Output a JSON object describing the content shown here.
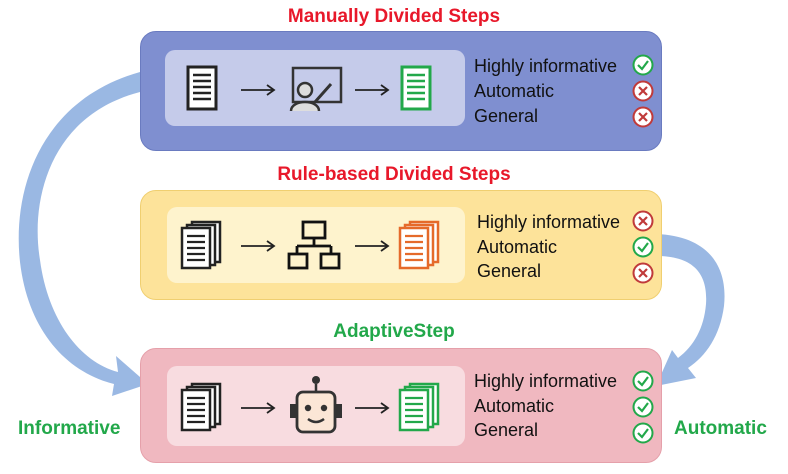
{
  "colors": {
    "title_red": "#e8182a",
    "title_green": "#22a84a",
    "check": "#22a84a",
    "cross": "#c03a3a",
    "arrow": "#8fb0e0"
  },
  "panels": [
    {
      "title": "Manually Divided Steps",
      "process_icons": [
        "document-icon",
        "teacher-icon",
        "document-icon"
      ],
      "criteria": [
        {
          "label": "Highly informative",
          "status": "check"
        },
        {
          "label": "Automatic",
          "status": "cross"
        },
        {
          "label": "General",
          "status": "cross"
        }
      ]
    },
    {
      "title": "Rule-based Divided Steps",
      "process_icons": [
        "documents-stack-icon",
        "flowchart-icon",
        "documents-stack-icon"
      ],
      "criteria": [
        {
          "label": "Highly informative",
          "status": "cross"
        },
        {
          "label": "Automatic",
          "status": "check"
        },
        {
          "label": "General",
          "status": "cross"
        }
      ]
    },
    {
      "title": "AdaptiveStep",
      "process_icons": [
        "documents-stack-icon",
        "robot-icon",
        "documents-stack-icon"
      ],
      "criteria": [
        {
          "label": "Highly informative",
          "status": "check"
        },
        {
          "label": "Automatic",
          "status": "check"
        },
        {
          "label": "General",
          "status": "check"
        }
      ]
    }
  ],
  "side_labels": {
    "left": "Informative",
    "right": "Automatic"
  }
}
